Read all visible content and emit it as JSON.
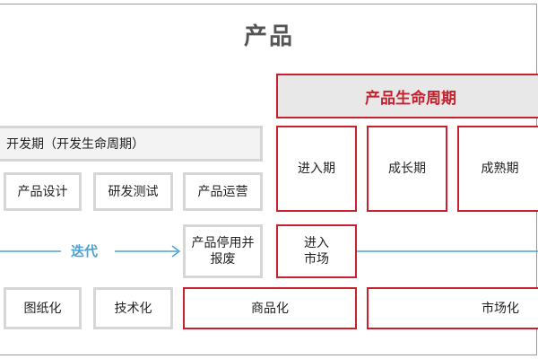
{
  "title": "产品",
  "lifecycle_title": "产品生命周期",
  "development_period": "开发期（开发生命周期）",
  "dev_stages": [
    "产品设计",
    "研发测试",
    "产品运营"
  ],
  "lifecycle_stages": [
    "进入期",
    "成长期",
    "成熟期"
  ],
  "iteration_label": "迭代",
  "stop_box": "产品停用并报废",
  "enter_market": "进入市场",
  "bottom_row": [
    "图纸化",
    "技术化",
    "商品化",
    "市场化"
  ],
  "colors": {
    "accent_red": "#c8202c",
    "arrow_blue": "#4aa3d6",
    "box_gray": "#d6d6d6"
  }
}
